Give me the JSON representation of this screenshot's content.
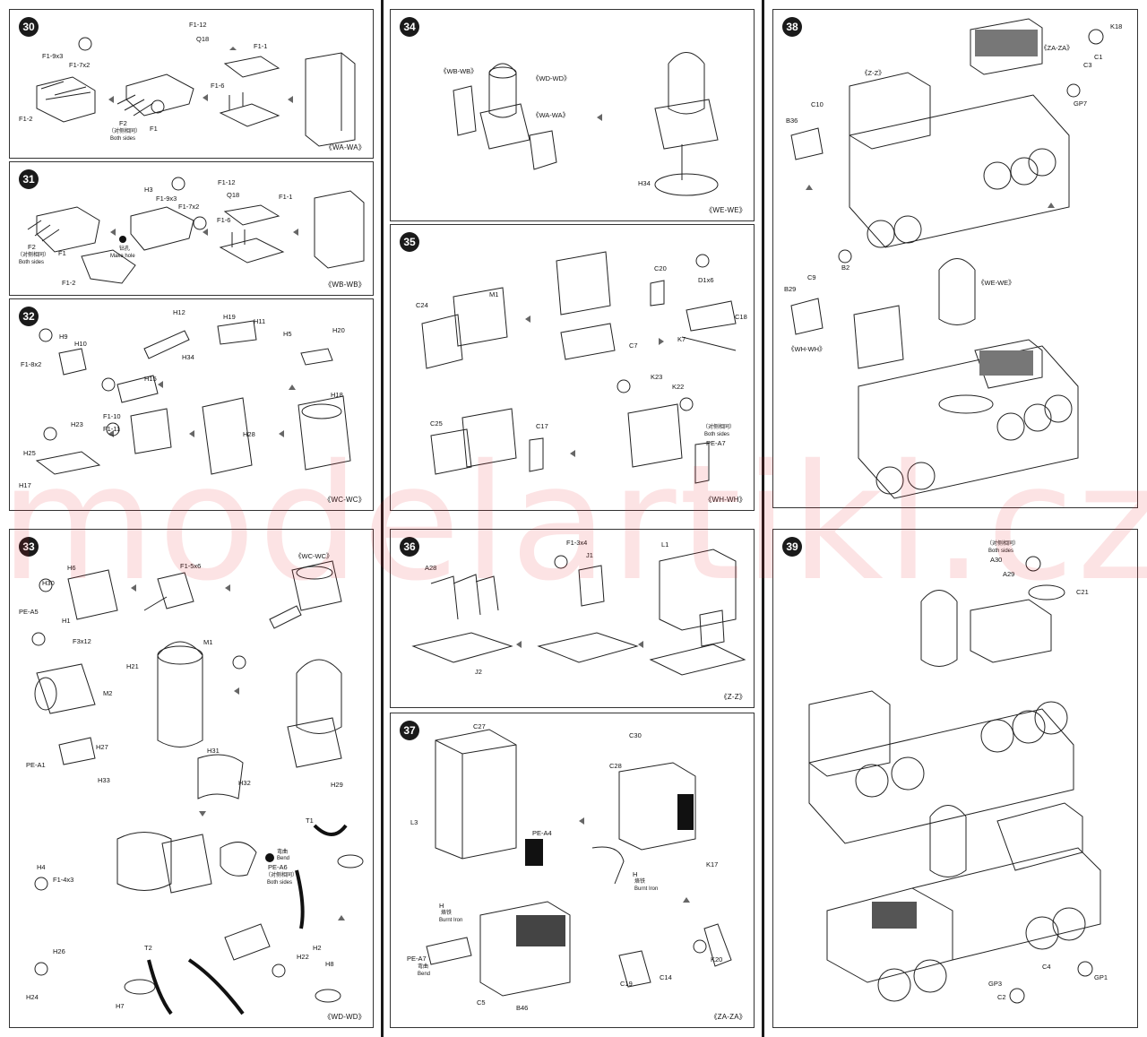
{
  "watermark": "modelartikl.cz",
  "steps": {
    "s30": {
      "num": "30",
      "tag": "《WA-WA》",
      "labels": [
        "F1-12",
        "Q18",
        "F1-1",
        "F1-9x3",
        "F1-7x2",
        "F1-2",
        "F2",
        "（对侧相同）",
        "Both sides",
        "F1",
        "F1-6"
      ]
    },
    "s31": {
      "num": "31",
      "tag": "《WB-WB》",
      "labels": [
        "F1-12",
        "Q18",
        "F1-1",
        "H3",
        "F1-9x3",
        "F1-7x2",
        "F2",
        "（对侧相同）",
        "Both sides",
        "F1",
        "钻孔",
        "Make hole",
        "F1-6",
        "F1-2"
      ]
    },
    "s32": {
      "num": "32",
      "tag": "《WC-WC》",
      "labels": [
        "H12",
        "H19",
        "H11",
        "H9",
        "H10",
        "H5",
        "H20",
        "F1-8x2",
        "H34",
        "H15",
        "H18",
        "F1-10",
        "F1-11",
        "H23",
        "H28",
        "H25",
        "H17"
      ]
    },
    "s33": {
      "num": "33",
      "tag": "《WD-WD》",
      "labels": [
        "H6",
        "F1-5x6",
        "《WC-WC》",
        "H30",
        "PE-A5",
        "H1",
        "M1",
        "F3x12",
        "H21",
        "M2",
        "PE-A1",
        "H27",
        "H33",
        "H31",
        "H32",
        "H29",
        "T1",
        "弯曲",
        "Bend",
        "PE-A6",
        "（对侧相同）",
        "Both sides",
        "H4",
        "F1-4x3",
        "H26",
        "T2",
        "H22",
        "H2",
        "H8",
        "H24",
        "H7"
      ]
    },
    "s34": {
      "num": "34",
      "tag": "《WE-WE》",
      "labels": [
        "《WB-WB》",
        "《WD-WD》",
        "《WA-WA》",
        "H34"
      ]
    },
    "s35": {
      "num": "35",
      "tag": "《WH-WH》",
      "labels": [
        "C24",
        "M1",
        "C20",
        "D1x6",
        "C18",
        "C7",
        "K7",
        "K23",
        "K22",
        "C25",
        "C17",
        "（对侧相同）",
        "Both sides",
        "PE-A7"
      ]
    },
    "s36": {
      "num": "36",
      "tag": "《Z-Z》",
      "labels": [
        "A28",
        "F1-3x4",
        "J1",
        "L1",
        "J2"
      ]
    },
    "s37": {
      "num": "37",
      "tag": "《ZA-ZA》",
      "labels": [
        "C27",
        "C30",
        "C28",
        "L3",
        "PE-A4",
        "H",
        "烙铁",
        "Burnt Iron",
        "H",
        "烙铁",
        "Burnt Iron",
        "K17",
        "PE-A7",
        "弯曲",
        "Bend",
        "K20",
        "C19",
        "C14",
        "C5",
        "B46"
      ]
    },
    "s38": {
      "num": "38",
      "tag": "",
      "labels": [
        "K18",
        "《ZA-ZA》",
        "C1",
        "C3",
        "GP7",
        "《Z-Z》",
        "B36",
        "C10",
        "B2",
        "B29",
        "C9",
        "《WE-WE》",
        "《WH-WH》"
      ]
    },
    "s39": {
      "num": "39",
      "tag": "",
      "labels": [
        "（对侧相同）",
        "Both sides",
        "A30",
        "A29",
        "C21",
        "C4",
        "GP1",
        "GP3",
        "C2"
      ]
    }
  },
  "colors": {
    "watermark": "#e8242b",
    "ink": "#1a1a1a"
  }
}
